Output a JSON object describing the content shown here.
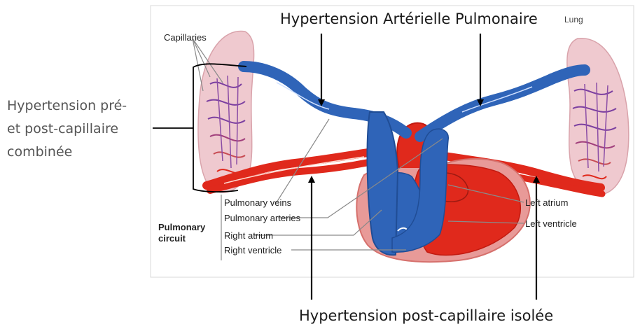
{
  "annotations": {
    "top": "Hypertension Artérielle Pulmonaire",
    "left": [
      "Hypertension pré-",
      "et post-capillaire",
      "combinée"
    ],
    "bottom": "Hypertension post-capillaire isolée"
  },
  "labels": {
    "capillaries": "Capillaries",
    "lung": "Lung",
    "pulmonary_circuit": [
      "Pulmonary",
      "circuit"
    ],
    "left_list": [
      "Pulmonary veins",
      "Pulmonary arteries",
      "Right atrium",
      "Right ventricle"
    ],
    "right_list": [
      "Left atrium",
      "Left ventricle"
    ]
  },
  "colors": {
    "deoxygenated": "#2f64b8",
    "oxygenated": "#e0291c",
    "lung_tissue": "#efc9cf",
    "heart_tissue": "#e89a98"
  }
}
